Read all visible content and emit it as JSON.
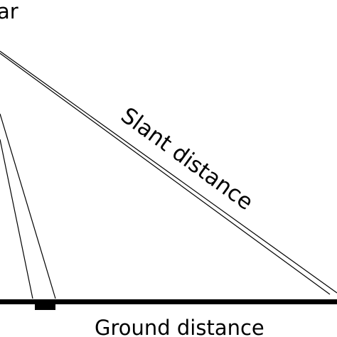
{
  "diagram": {
    "top_label_fragment": "ar",
    "slant_label": "Slant distance",
    "ground_label": "Ground distance"
  },
  "colors": {
    "stroke": "#000000",
    "background": "#ffffff"
  }
}
